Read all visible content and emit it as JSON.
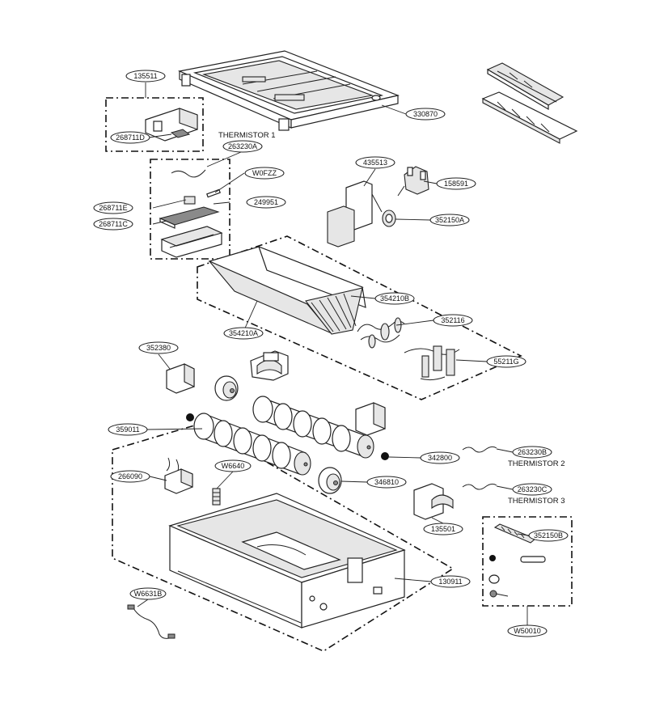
{
  "labels": {
    "p135511": "135511",
    "p268711D": "268711D",
    "p263230A": "263230A",
    "pW0FZZ": "W0FZZ",
    "p249951": "249951",
    "p268711E": "268711E",
    "p268711C": "268711C",
    "p330870": "330870",
    "p435513": "435513",
    "p158591": "158591",
    "p352150A": "352150A",
    "p354210B": "354210B",
    "p354210A": "354210A",
    "p352116": "352116",
    "p55211G": "55211G",
    "p352380": "352380",
    "p359011": "359011",
    "p342800": "342800",
    "p263230B": "263230B",
    "p266090": "266090",
    "pW6640": "W6640",
    "p346810": "346810",
    "p263230C": "263230C",
    "p135501": "135501",
    "p352150B": "352150B",
    "p130911": "130911",
    "pW6631B": "W6631B",
    "pW50010": "W50010"
  },
  "captions": {
    "thermistor1": "THERMISTOR 1",
    "thermistor2": "THERMISTOR 2",
    "thermistor3": "THERMISTOR 3"
  }
}
